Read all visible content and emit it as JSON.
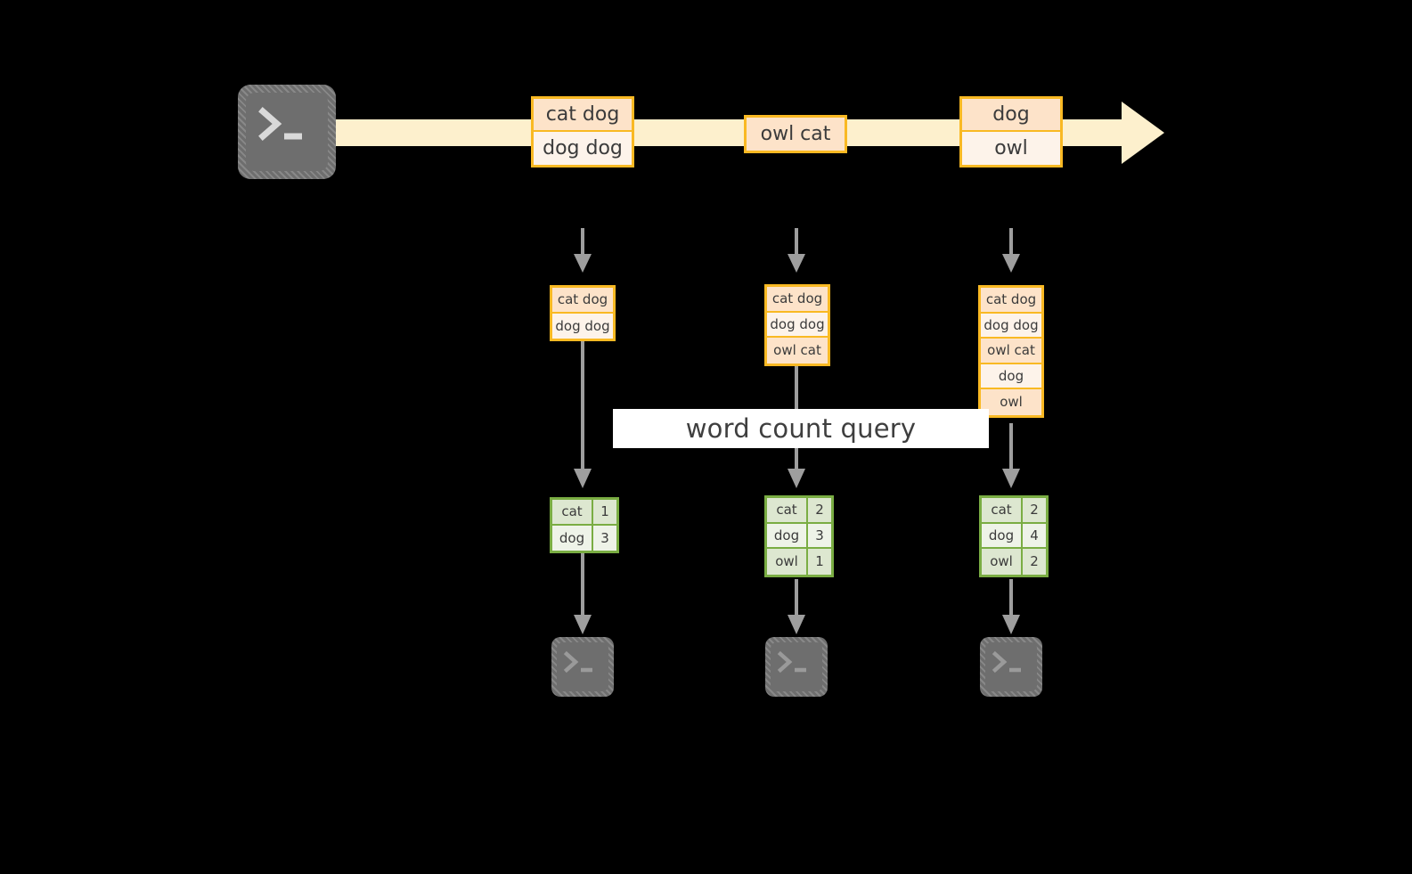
{
  "diagram": {
    "title_banner": "word count query",
    "colors": {
      "background": "#000000",
      "record_border": "#f9b923",
      "record_fill_peach": "#fde3c9",
      "record_fill_cream": "#fdf3ea",
      "pipe_arrow_fill": "#fdf0cd",
      "table_border": "#7aad43",
      "table_fill_sage": "#dde7d0",
      "table_fill_pale": "#eef3e8",
      "terminal_gray": "#6e6e6e",
      "connector_gray": "#9e9e9e",
      "banner_bg": "#ffffff",
      "text": "#3b3b3b"
    },
    "producer": {
      "icon": "terminal-icon"
    },
    "stream_records": [
      {
        "group": 1,
        "lines": [
          {
            "text": "cat dog",
            "fill": "peach"
          },
          {
            "text": "dog dog",
            "fill": "cream"
          }
        ]
      },
      {
        "group": 2,
        "lines": [
          {
            "text": "owl cat",
            "fill": "peach"
          }
        ]
      },
      {
        "group": 3,
        "lines": [
          {
            "text": "dog",
            "fill": "peach"
          },
          {
            "text": "owl",
            "fill": "cream"
          }
        ]
      }
    ],
    "snapshots": [
      {
        "step": 1,
        "lines": [
          {
            "text": "cat dog",
            "fill": "peach"
          },
          {
            "text": "dog dog",
            "fill": "cream"
          }
        ]
      },
      {
        "step": 2,
        "lines": [
          {
            "text": "cat dog",
            "fill": "peach"
          },
          {
            "text": "dog dog",
            "fill": "cream"
          },
          {
            "text": "owl cat",
            "fill": "peach"
          }
        ]
      },
      {
        "step": 3,
        "lines": [
          {
            "text": "cat dog",
            "fill": "peach"
          },
          {
            "text": "dog dog",
            "fill": "cream"
          },
          {
            "text": "owl cat",
            "fill": "peach"
          },
          {
            "text": "dog",
            "fill": "cream"
          },
          {
            "text": "owl",
            "fill": "peach"
          }
        ]
      }
    ],
    "results": [
      {
        "step": 1,
        "rows": [
          {
            "word": "cat",
            "count": "1",
            "fill": "sage"
          },
          {
            "word": "dog",
            "count": "3",
            "fill": "pale"
          }
        ]
      },
      {
        "step": 2,
        "rows": [
          {
            "word": "cat",
            "count": "2",
            "fill": "sage"
          },
          {
            "word": "dog",
            "count": "3",
            "fill": "pale"
          },
          {
            "word": "owl",
            "count": "1",
            "fill": "sage"
          }
        ]
      },
      {
        "step": 3,
        "rows": [
          {
            "word": "cat",
            "count": "2",
            "fill": "sage"
          },
          {
            "word": "dog",
            "count": "4",
            "fill": "pale"
          },
          {
            "word": "owl",
            "count": "2",
            "fill": "sage"
          }
        ]
      }
    ],
    "consumers": [
      {
        "step": 1,
        "icon": "terminal-icon"
      },
      {
        "step": 2,
        "icon": "terminal-icon"
      },
      {
        "step": 3,
        "icon": "terminal-icon"
      }
    ]
  }
}
